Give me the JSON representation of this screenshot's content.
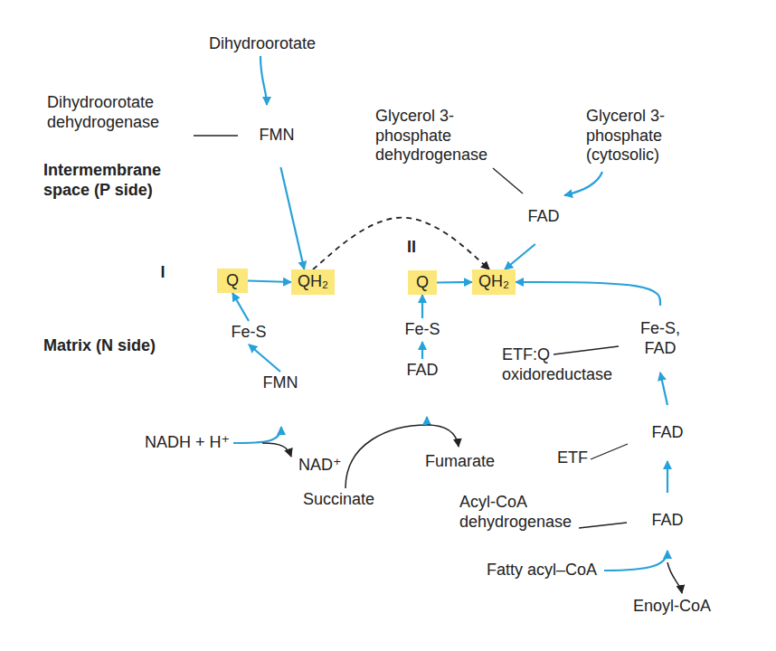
{
  "diagram": {
    "nodes": [
      {
        "text": [
          "Dihydroorotate dehydrogenase",
          "FMN"
        ]
      },
      {
        "text": [
          "I"
        ]
      },
      {
        "text": [
          "Q"
        ],
        "in": 1
      },
      {
        "text": [
          "Fe-S"
        ],
        "in": 1
      },
      {
        "text": [
          "FMN"
        ],
        "in": 1
      },
      {
        "text": [
          "QH₂"
        ]
      },
      {
        "text": [
          "II"
        ]
      },
      {
        "text": [
          "Q"
        ],
        "in": 6
      },
      {
        "text": [
          "Fe-S"
        ],
        "in": 6
      },
      {
        "text": [
          "FAD"
        ],
        "in": 6
      },
      {
        "text": [
          "QH₂"
        ]
      },
      {
        "text": [
          "Glycerol 3-phosphate dehydrogenase",
          "FAD"
        ]
      },
      {
        "text": [
          "Fe-S, FAD",
          "ETF:Q oxidoreductase"
        ]
      },
      {
        "text": [
          "FAD",
          "ETF"
        ]
      },
      {
        "text": [
          "FAD",
          "Acyl-CoA dehydrogenase"
        ]
      }
    ],
    "edges": [
      {
        "from": 0,
        "to": 5,
        "arrow": "to"
      },
      {
        "from": 4,
        "to": 3,
        "arrow": "to"
      },
      {
        "from": 3,
        "to": 2,
        "arrow": "to"
      },
      {
        "from": 2,
        "to": 5,
        "arrow": "to"
      },
      {
        "from": 9,
        "to": 8,
        "arrow": "to"
      },
      {
        "from": 8,
        "to": 7,
        "arrow": "to"
      },
      {
        "from": 7,
        "to": 10,
        "arrow": "to"
      },
      {
        "from": 5,
        "to": 10,
        "arrow": "to"
      },
      {
        "from": 11,
        "to": 10,
        "arrow": "to"
      },
      {
        "from": 12,
        "to": 10,
        "arrow": "to"
      },
      {
        "from": 14,
        "to": 13,
        "arrow": "to"
      },
      {
        "from": 13,
        "to": 12,
        "arrow": "to"
      }
    ],
    "labels": [
      "Dihydroorotate",
      "Intermembrane space (P side)",
      "Matrix (N side)",
      "Glycerol 3-phosphate (cytosolic)",
      "NADH + H⁺",
      "NAD⁺",
      "Succinate",
      "Fumarate",
      "Fatty acyl–CoA",
      "Enoyl-CoA"
    ]
  }
}
